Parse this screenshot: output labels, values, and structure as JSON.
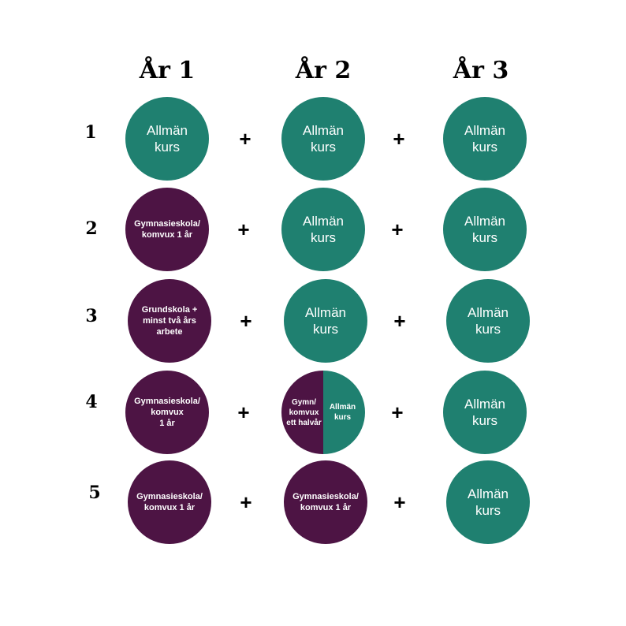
{
  "colors": {
    "general": "#1f8070",
    "school": "#4d1444"
  },
  "headers": [
    "År 1",
    "År 2",
    "År 3"
  ],
  "plus_sign": "+",
  "rows": [
    {
      "number": "1",
      "cells": [
        {
          "kind": "general",
          "text": "Allmän\nkurs"
        },
        {
          "kind": "general",
          "text": "Allmän\nkurs"
        },
        {
          "kind": "general",
          "text": "Allmän\nkurs"
        }
      ]
    },
    {
      "number": "2",
      "cells": [
        {
          "kind": "school",
          "text": "Gymnasieskola/\nkomvux 1 år"
        },
        {
          "kind": "general",
          "text": "Allmän\nkurs"
        },
        {
          "kind": "general",
          "text": "Allmän\nkurs"
        }
      ]
    },
    {
      "number": "3",
      "cells": [
        {
          "kind": "school",
          "text": "Grundskola +\nminst två års\narbete"
        },
        {
          "kind": "general",
          "text": "Allmän\nkurs"
        },
        {
          "kind": "general",
          "text": "Allmän\nkurs"
        }
      ]
    },
    {
      "number": "4",
      "cells": [
        {
          "kind": "school",
          "text": "Gymnasieskola/\nkomvux\n1 år"
        },
        {
          "kind": "split",
          "left_text": "Gymn/\nkomvux\nett halvår",
          "right_text": "Allmän\nkurs"
        },
        {
          "kind": "general",
          "text": "Allmän\nkurs"
        }
      ]
    },
    {
      "number": "5",
      "cells": [
        {
          "kind": "school",
          "text": "Gymnasieskola/\nkomvux 1 år"
        },
        {
          "kind": "school",
          "text": "Gymnasieskola/\nkomvux 1 år"
        },
        {
          "kind": "general",
          "text": "Allmän\nkurs"
        }
      ]
    }
  ]
}
